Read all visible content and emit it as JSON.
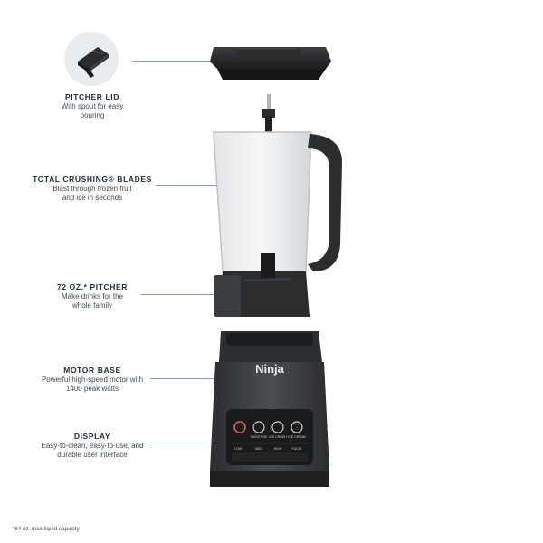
{
  "callouts": [
    {
      "title": "PITCHER LID",
      "desc": "With spout for easy pouring"
    },
    {
      "title": "TOTAL CRUSHING® BLADES",
      "desc": "Blast through frozen fruit and ice in seconds"
    },
    {
      "title": "72 OZ.* PITCHER",
      "desc": "Make drinks for the whole family"
    },
    {
      "title": "MOTOR BASE",
      "desc": "Powerful high-speed motor with 1400 peak watts"
    },
    {
      "title": "DISPLAY",
      "desc": "Easy-to-clean, easy-to-use, and durable user interface"
    }
  ],
  "base": {
    "brand": "Ninja",
    "buttons": [
      "SMOOTHIE",
      "ICE CRUSH",
      "ICE CREAM"
    ],
    "speeds": [
      "LOW",
      "MED",
      "HIGH",
      "PULSE"
    ]
  },
  "footnote": "*64 oz. max liquid capacity",
  "colors": {
    "leader": "#7aa3b8",
    "body": "#3a3d40",
    "dark": "#222426"
  }
}
